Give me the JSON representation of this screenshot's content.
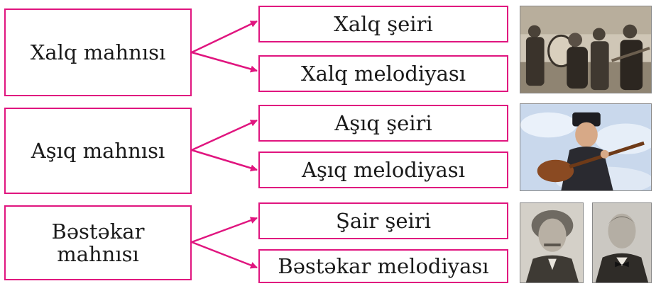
{
  "rows": [
    {
      "source": [
        "Xalq mahnısı"
      ],
      "targets": [
        "Xalq şeiri",
        "Xalq melodiyası"
      ],
      "image_icons": [
        "folk-musicians-photo-icon"
      ]
    },
    {
      "source": [
        "Aşıq mahnısı"
      ],
      "targets": [
        "Aşıq şeiri",
        "Aşıq melodiyası"
      ],
      "image_icons": [
        "ashiq-with-saz-painting-icon"
      ]
    },
    {
      "source": [
        "Bəstəkar",
        "mahnısı"
      ],
      "targets": [
        "Şair şeiri",
        "Bəstəkar melodiyası"
      ],
      "image_icons": [
        "poet-portrait-icon",
        "composer-portrait-icon"
      ]
    }
  ],
  "colors": {
    "accent": "#e0157f"
  }
}
